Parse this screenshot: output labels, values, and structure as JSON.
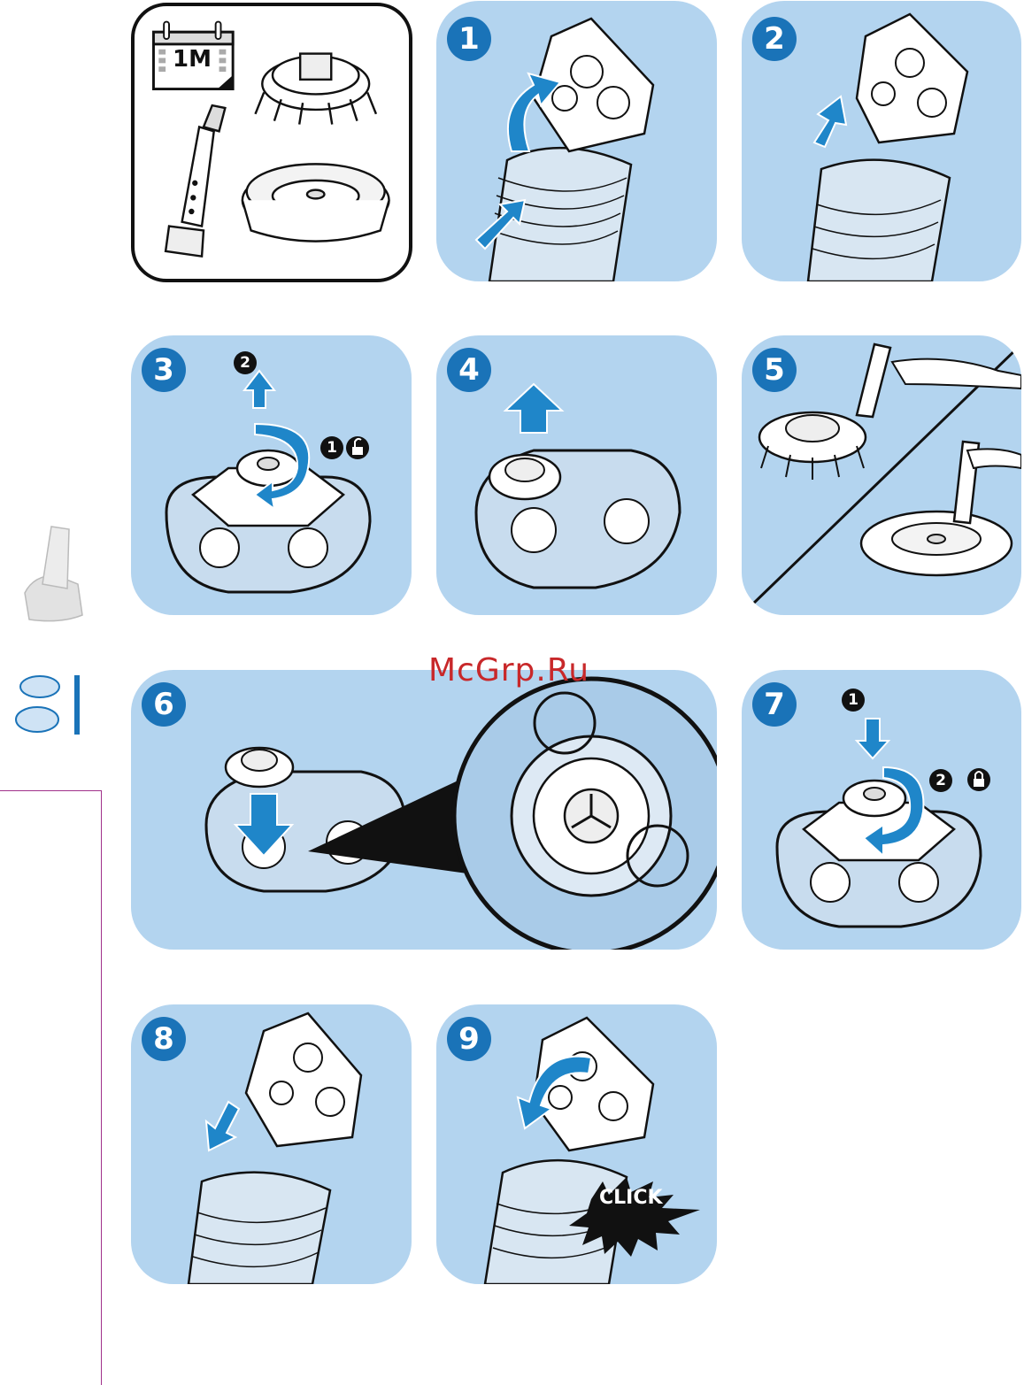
{
  "overview": {
    "calendar_label": "1M"
  },
  "steps": [
    {
      "number": "1"
    },
    {
      "number": "2"
    },
    {
      "number": "3"
    },
    {
      "number": "4"
    },
    {
      "number": "5"
    },
    {
      "number": "6"
    },
    {
      "number": "7"
    },
    {
      "number": "8"
    },
    {
      "number": "9"
    }
  ],
  "substeps": {
    "step3_first": "1",
    "step3_second": "2",
    "step7_first": "1",
    "step7_second": "2"
  },
  "watermark": "McGrp.Ru",
  "click_label": "CLICK",
  "icons": {
    "unlock": "unlock-icon",
    "lock": "lock-icon",
    "arrow": "arrow-icon"
  },
  "colors": {
    "panel": "#b3d4ef",
    "badge": "#1a73b8",
    "arrow": "#1f86c9",
    "margin_line": "#a0308a"
  }
}
